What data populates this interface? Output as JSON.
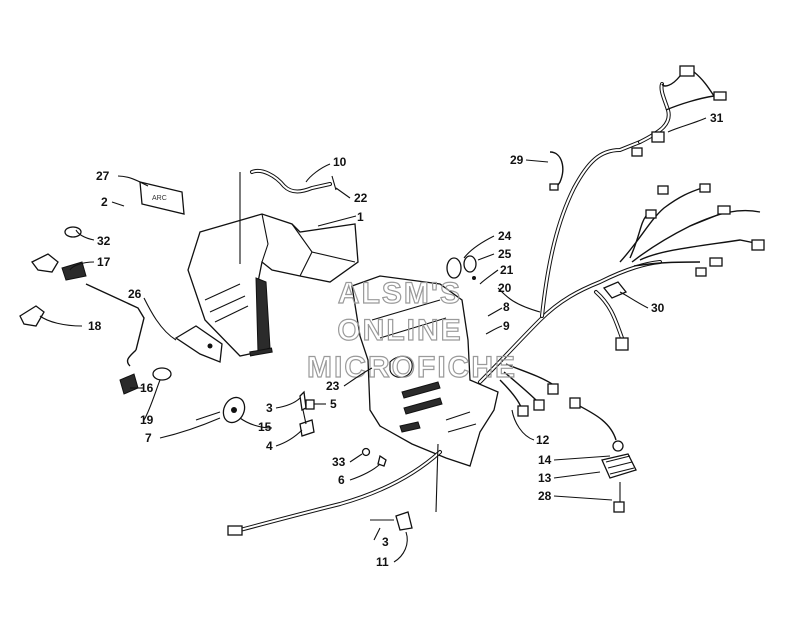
{
  "watermark": [
    "ALSM'S",
    "ONLINE",
    "MICROFICHE"
  ],
  "callouts": [
    "1",
    "2",
    "3",
    "3",
    "4",
    "5",
    "6",
    "7",
    "8",
    "9",
    "10",
    "11",
    "12",
    "13",
    "14",
    "15",
    "16",
    "17",
    "18",
    "19",
    "20",
    "21",
    "22",
    "23",
    "24",
    "25",
    "26",
    "27",
    "28",
    "29",
    "30",
    "31",
    "32",
    "33"
  ]
}
